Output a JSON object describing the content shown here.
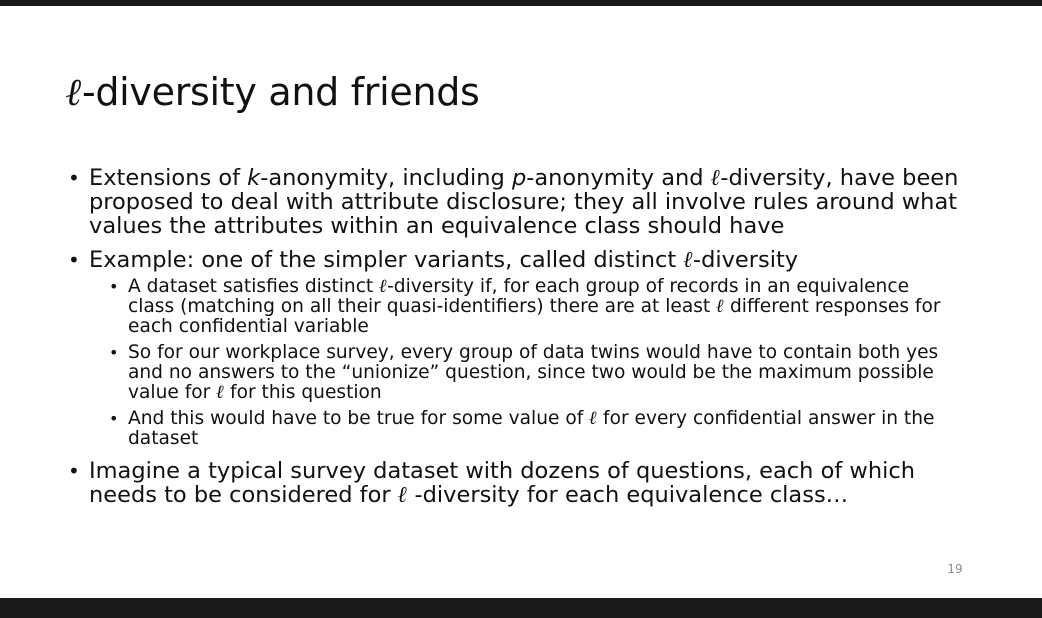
{
  "slide": {
    "title_prefix": "ℓ",
    "title_rest": "-diversity and friends",
    "slide_number": "19",
    "bullets": [
      {
        "parts": [
          {
            "t": "Extensions of "
          },
          {
            "t": "k",
            "i": true
          },
          {
            "t": "-anonymity, including "
          },
          {
            "t": "p",
            "i": true
          },
          {
            "t": "-anonymity and "
          },
          {
            "t": "ℓ",
            "ell": true
          },
          {
            "t": "-diversity, have been proposed to deal with attribute disclosure; they all involve rules around what values the attributes within an equivalence class should have"
          }
        ]
      },
      {
        "parts": [
          {
            "t": "Example: one of the simpler variants, called distinct "
          },
          {
            "t": "ℓ",
            "ell": true
          },
          {
            "t": "-diversity"
          }
        ],
        "sub": [
          {
            "parts": [
              {
                "t": "A dataset satisfies distinct "
              },
              {
                "t": "ℓ",
                "ell": true
              },
              {
                "t": "-diversity if, for each group of records in an equivalence class (matching on all their quasi-identifiers) there are at least "
              },
              {
                "t": "ℓ",
                "ell": true
              },
              {
                "t": " different responses for each confidential variable"
              }
            ]
          },
          {
            "parts": [
              {
                "t": "So for our workplace survey, every group of data twins would have to contain both yes and no answers to the “unionize” question, since two would be the maximum possible value for "
              },
              {
                "t": "ℓ",
                "ell": true
              },
              {
                "t": " for this question"
              }
            ]
          },
          {
            "parts": [
              {
                "t": "And this would have to be true for some value of "
              },
              {
                "t": "ℓ",
                "ell": true
              },
              {
                "t": " for every confidential answer in the dataset"
              }
            ]
          }
        ]
      },
      {
        "parts": [
          {
            "t": "Imagine a typical survey dataset with dozens of questions, each of which needs to be considered for "
          },
          {
            "t": "ℓ",
            "ell": true
          },
          {
            "t": " -diversity for each equivalence class…"
          }
        ]
      }
    ]
  }
}
